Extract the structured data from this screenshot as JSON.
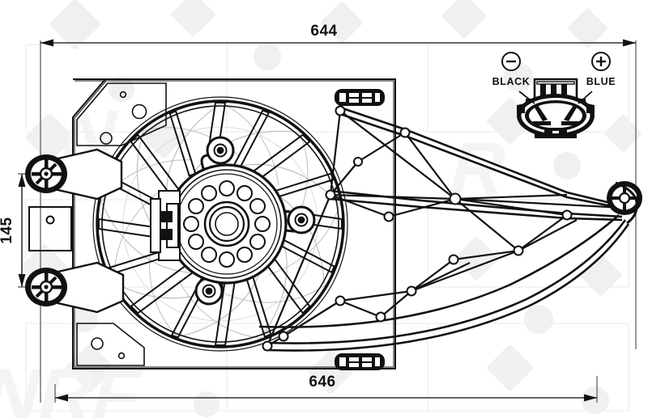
{
  "drawing": {
    "title": "Radiator Cooling Fan Assembly Technical Drawing",
    "type": "engineering-line-drawing",
    "background_color": "#ffffff",
    "line_color": "#000000",
    "watermark_color": "#f0f0f0",
    "watermark_text": "NRF"
  },
  "dimensions": {
    "top": {
      "label": "644",
      "unit": "mm",
      "orientation": "horizontal",
      "position": "top"
    },
    "bottom": {
      "label": "646",
      "unit": "mm",
      "orientation": "horizontal",
      "position": "bottom"
    },
    "left": {
      "label": "145",
      "unit": "mm",
      "orientation": "vertical",
      "position": "left"
    }
  },
  "connector": {
    "name": "electrical-connector",
    "negative": {
      "symbol": "−",
      "label": "BLACK"
    },
    "positive": {
      "symbol": "+",
      "label": "BLUE"
    },
    "terminals": 2
  },
  "components": {
    "fan": {
      "name": "fan-blade-assembly",
      "blades": 9
    },
    "hub": {
      "name": "motor-hub",
      "vent_holes": 12,
      "mounting_arms": 3
    },
    "shroud": {
      "name": "fan-shroud-frame"
    },
    "truss": {
      "name": "support-truss-frame"
    },
    "mounts": {
      "name": "rubber-mount-bushings",
      "count": 3
    },
    "clips": {
      "name": "retaining-clip",
      "count": 2
    }
  }
}
